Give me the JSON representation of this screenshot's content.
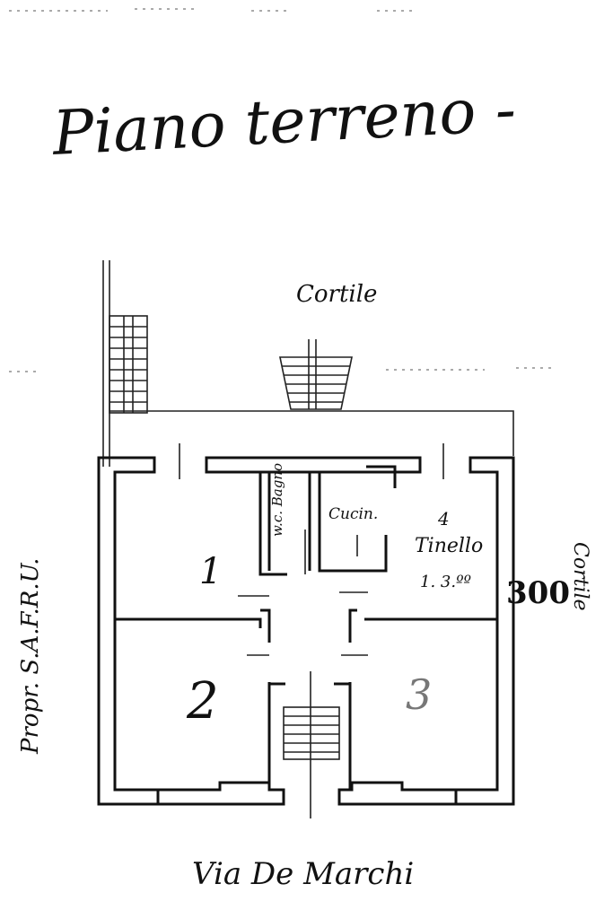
{
  "title": "Piano terreno -",
  "labels": {
    "cortile_top": "Cortile",
    "cortile_right": "Cortile",
    "street": "Via De Marchi",
    "owner": "Propr. S.A.F.R.U.",
    "wc_bagno": "w.c. Bagno",
    "cucina": "Cucin.",
    "tinello_num": "4",
    "tinello": "Tinello",
    "tinello_size": "1. 3.ºº",
    "room1": "1",
    "room2": "2",
    "room3": "3",
    "dimension": "300"
  }
}
